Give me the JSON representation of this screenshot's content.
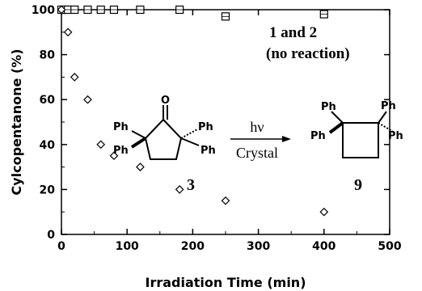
{
  "chart_data": {
    "type": "scatter",
    "xlabel": "Irradiation Time (min)",
    "ylabel": "Cylcopentanone (%)",
    "xlim": [
      0,
      500
    ],
    "ylim": [
      0,
      100
    ],
    "xticks": [
      0,
      100,
      200,
      300,
      400,
      500
    ],
    "yticks": [
      0,
      20,
      40,
      60,
      80,
      100
    ],
    "grid": false,
    "series": [
      {
        "name": "1 and 2",
        "marker": "square",
        "x": [
          0,
          5,
          10,
          20,
          40,
          60,
          80,
          120,
          180,
          250,
          400
        ],
        "y": [
          100,
          100,
          100,
          100,
          100,
          100,
          100,
          100,
          100,
          97,
          98
        ]
      },
      {
        "name": "3",
        "marker": "diamond",
        "x": [
          0,
          10,
          20,
          40,
          60,
          80,
          120,
          180,
          250,
          400
        ],
        "y": [
          100,
          90,
          70,
          60,
          40,
          35,
          30,
          20,
          15,
          10
        ]
      }
    ],
    "annotations": {
      "label_12": "1 and 2",
      "label_noreaction": "(no reaction)",
      "compound_start": "3",
      "compound_product": "9",
      "arrow_top": "hν",
      "arrow_bottom": "Crystal",
      "ketone_o": "O",
      "ph": "Ph"
    }
  }
}
